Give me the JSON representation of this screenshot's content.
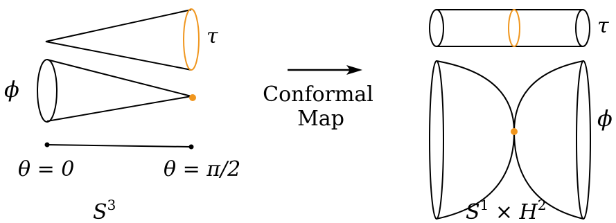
{
  "colors": {
    "line": "#000000",
    "accent": "#F0961E"
  },
  "left_panel": {
    "tau_label": "τ",
    "phi_label": "ϕ",
    "theta_zero": "θ = 0",
    "theta_half_pi": "θ = π/2",
    "manifold_base": "S",
    "manifold_sup": "3"
  },
  "arrow": {
    "line1": "Conformal",
    "line2": "Map"
  },
  "right_panel": {
    "tau_label": "τ",
    "phi_label": "ϕ",
    "manifold_base1": "S",
    "manifold_sup1": "1",
    "times": " × ",
    "manifold_base2": "H",
    "manifold_sup2": "2"
  }
}
